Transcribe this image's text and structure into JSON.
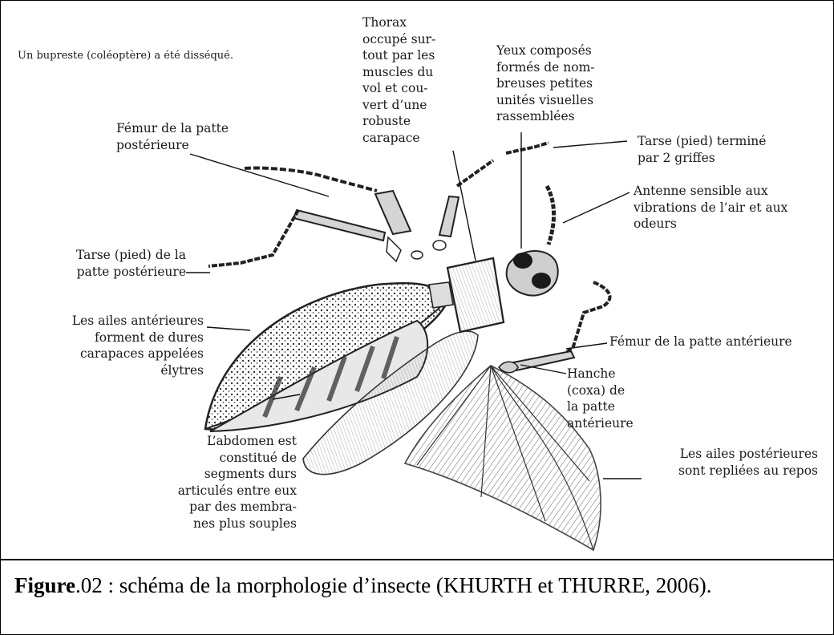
{
  "intro": "Un bupreste (coléoptère) a été disséqué.",
  "labels": {
    "thorax": "Thorax\noccupé sur-\ntout par les\nmuscles du\nvol et cou-\nvert d’une\nrobuste\ncarapace",
    "yeux": "Yeux composés\nformés de nom-\nbreuses petites\nunités visuelles\nrassemblées",
    "femur_post": "Fémur de la patte\npostérieure",
    "tarse_ant": "Tarse (pied) terminé\npar 2 griffes",
    "antenne": "Antenne sensible aux\nvibrations de l’air et aux\nodeurs",
    "tarse_post": "Tarse (pied) de la\npatte postérieure",
    "ailes_ant": "Les ailes antérieures\nforment de dures\ncarapaces appelées\nélytres",
    "femur_ant": "Fémur de la patte antérieure",
    "hanche": "Hanche\n(coxa) de\nla patte\nantérieure",
    "abdomen": "L’abdomen est\nconstitué de\nsegments durs\narticulés entre eux\npar des membra-\nnes plus souples",
    "ailes_post": "Les ailes postérieures\nsont repliées au repos"
  },
  "caption": {
    "figure": "Figure",
    "number": ".02 :",
    "text": " schéma de la morphologie d’insecte (KHURTH et THURRE, 2006)."
  }
}
